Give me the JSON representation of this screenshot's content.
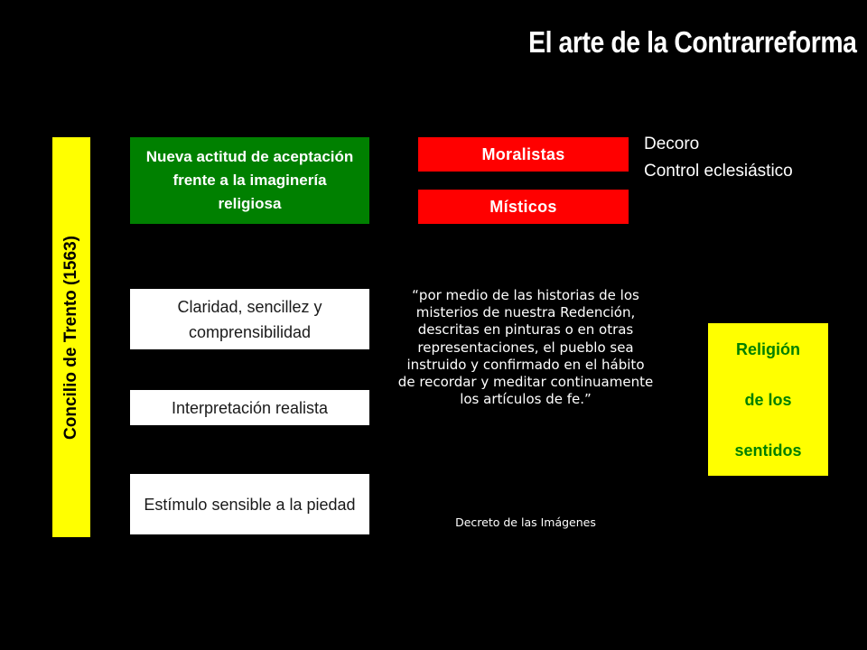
{
  "title": "El arte de la Contrarreforma",
  "council": "Concilio de Trento (1563)",
  "attitude": "Nueva actitud de aceptación frente a la imaginería religiosa",
  "principles": [
    "Claridad, sencillez y comprensibilidad",
    "Interpretación realista",
    "Estímulo sensible a la piedad"
  ],
  "groups": [
    "Moralistas",
    "Místicos"
  ],
  "notes": [
    "Decoro",
    "Control eclesiástico"
  ],
  "quote": "“por medio de las historias de los misterios de nuestra Redención, descritas en pinturas o en otras representaciones, el pueblo sea instruido y confirmado en el hábito de recordar y meditar continuamente los artículos de fe.”",
  "quote_source": "Decreto de las Imágenes",
  "religion": [
    "Religión",
    "de los",
    "sentidos"
  ],
  "colors": {
    "background": "#000000",
    "yellow": "#ffff00",
    "green": "#008000",
    "red": "#ff0000",
    "white": "#ffffff"
  }
}
